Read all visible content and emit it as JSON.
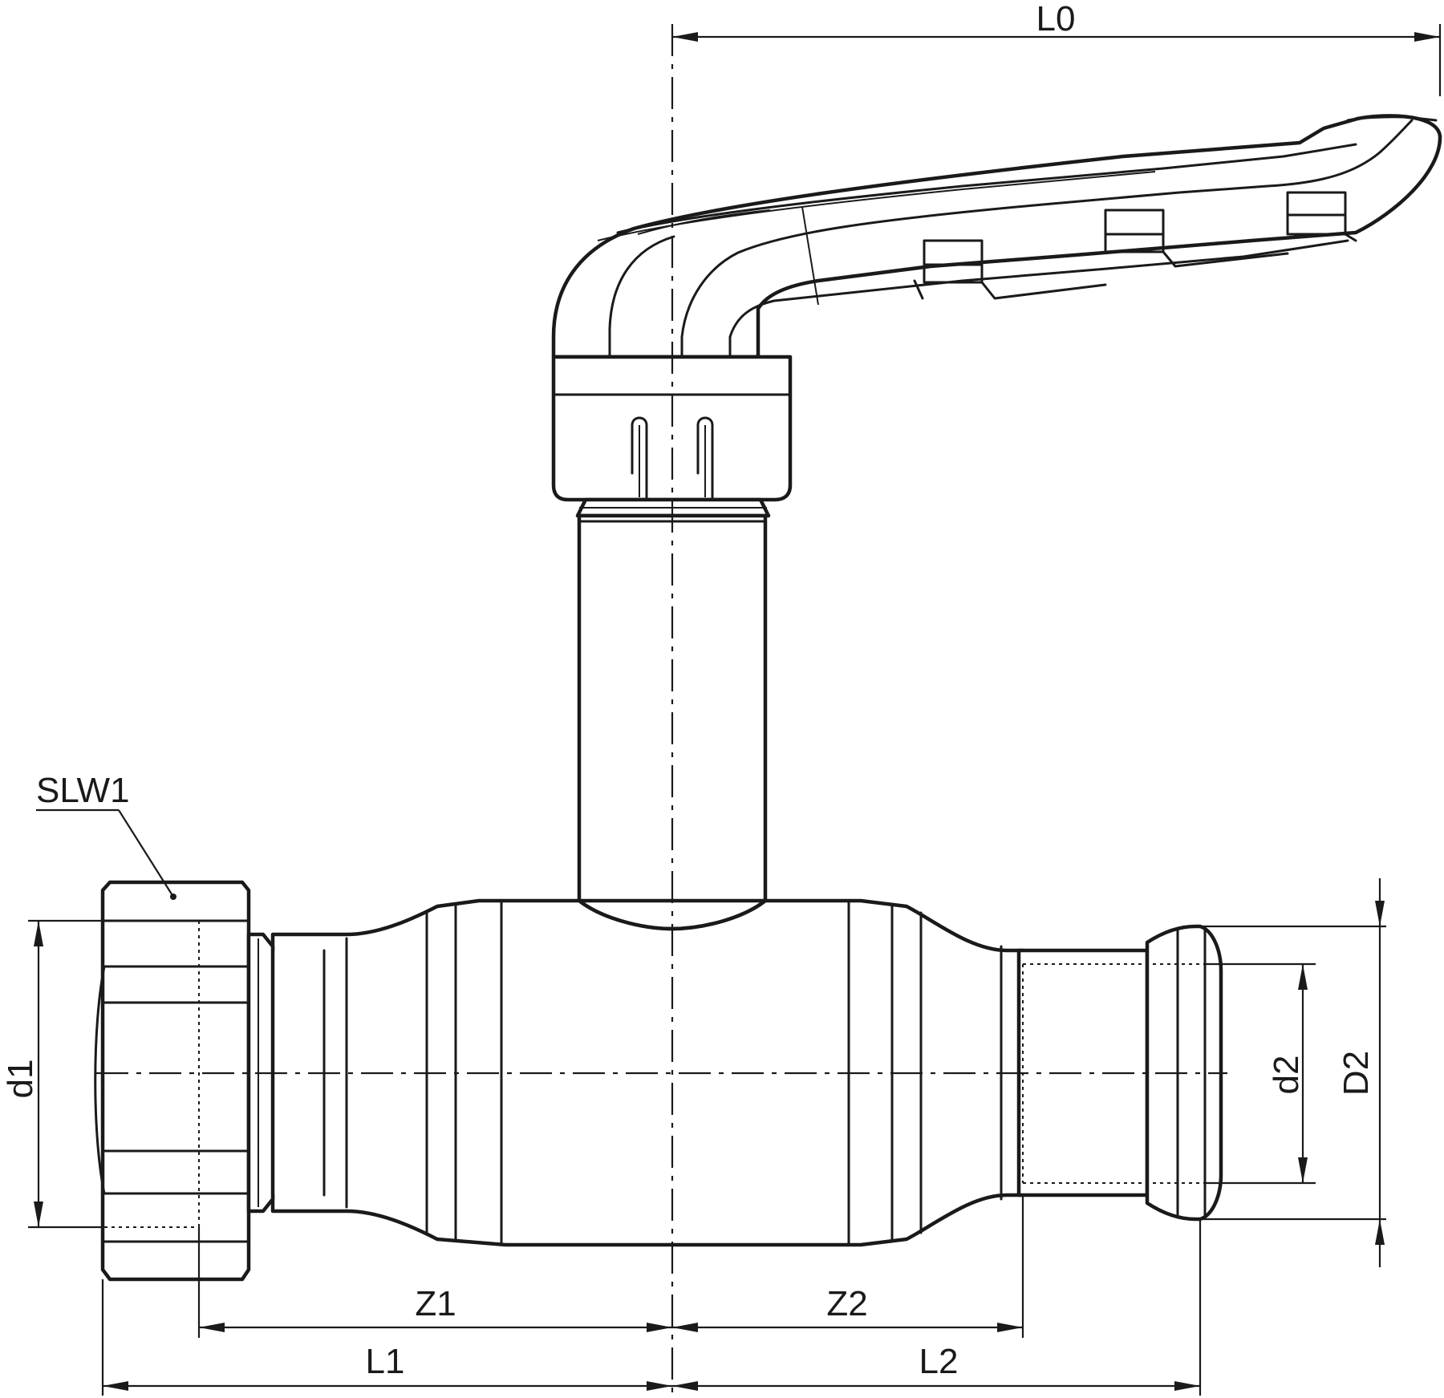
{
  "labels": {
    "L0": "L0",
    "SLW1": "SLW1",
    "d1": "d1",
    "d2": "d2",
    "D2": "D2",
    "Z1": "Z1",
    "Z2": "Z2",
    "L1": "L1",
    "L2": "L2"
  }
}
